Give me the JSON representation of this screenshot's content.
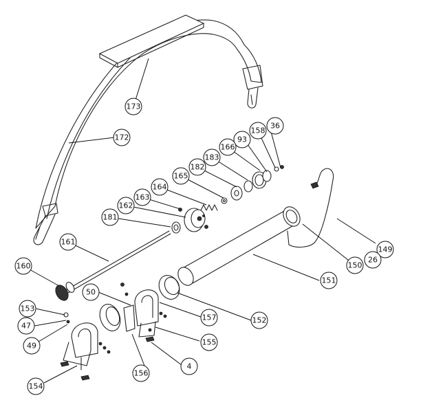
{
  "callouts": [
    {
      "id": "c173",
      "label": "173"
    },
    {
      "id": "c172",
      "label": "172"
    },
    {
      "id": "c36",
      "label": "36"
    },
    {
      "id": "c158",
      "label": "158"
    },
    {
      "id": "c93",
      "label": "93"
    },
    {
      "id": "c166",
      "label": "166"
    },
    {
      "id": "c183",
      "label": "183"
    },
    {
      "id": "c182",
      "label": "182"
    },
    {
      "id": "c165",
      "label": "165"
    },
    {
      "id": "c164",
      "label": "164"
    },
    {
      "id": "c163",
      "label": "163"
    },
    {
      "id": "c162",
      "label": "162"
    },
    {
      "id": "c181",
      "label": "181"
    },
    {
      "id": "c161",
      "label": "161"
    },
    {
      "id": "c160",
      "label": "160"
    },
    {
      "id": "c149",
      "label": "149"
    },
    {
      "id": "c26",
      "label": "26"
    },
    {
      "id": "c150",
      "label": "150"
    },
    {
      "id": "c151",
      "label": "151"
    },
    {
      "id": "c50",
      "label": "50"
    },
    {
      "id": "c153",
      "label": "153"
    },
    {
      "id": "c47",
      "label": "47"
    },
    {
      "id": "c49",
      "label": "49"
    },
    {
      "id": "c157",
      "label": "157"
    },
    {
      "id": "c152",
      "label": "152"
    },
    {
      "id": "c155",
      "label": "155"
    },
    {
      "id": "c4",
      "label": "4"
    },
    {
      "id": "c156",
      "label": "156"
    },
    {
      "id": "c154",
      "label": "154"
    }
  ]
}
